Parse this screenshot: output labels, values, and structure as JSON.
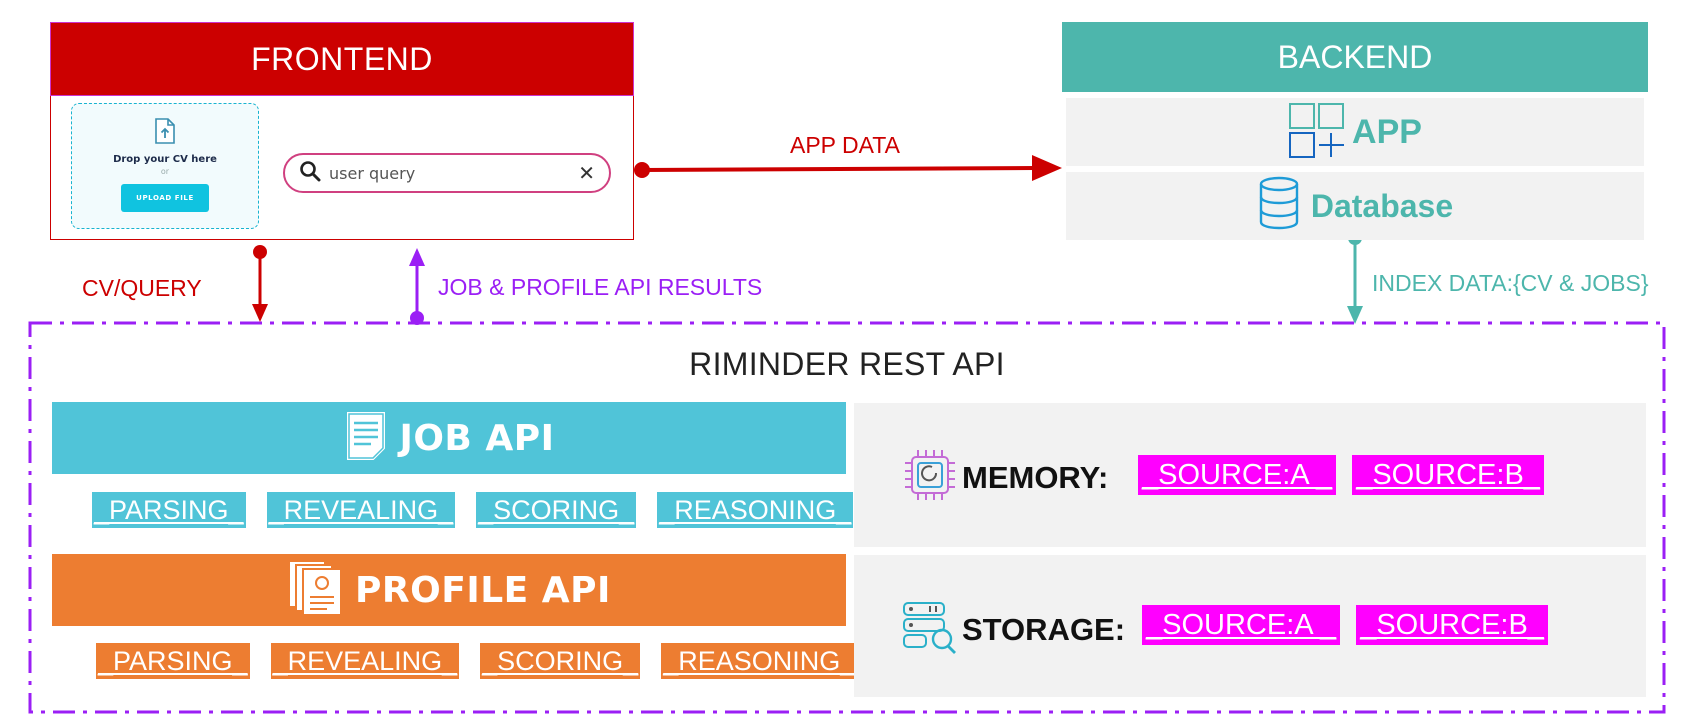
{
  "frontend": {
    "title": "FRONTEND",
    "dropzone": {
      "title": "Drop your CV here",
      "or": "or",
      "button": "UPLOAD FILE"
    },
    "search": {
      "query": "user query",
      "clear": "✕"
    }
  },
  "backend": {
    "title": "BACKEND",
    "app_label": "APP",
    "db_label": "Database"
  },
  "arrows": {
    "app_data": "APP DATA",
    "cv_query": "CV/QUERY",
    "results": "JOB & PROFILE API RESULTS",
    "index_data": "INDEX DATA:{CV & JOBS}"
  },
  "api": {
    "title": "RIMINDER REST API",
    "job": {
      "title": "JOB API",
      "tags": [
        "_PARSING_",
        "_REVEALING_",
        "_SCORING_",
        "_REASONING_"
      ]
    },
    "profile": {
      "title": "PROFILE API",
      "tags": [
        "_PARSING_",
        "_REVEALING_",
        "_SCORING_",
        "_REASONING_"
      ]
    },
    "memory": {
      "label": "MEMORY:",
      "sources": [
        "_SOURCE:A _",
        "_SOURCE:B_"
      ]
    },
    "storage": {
      "label": "STORAGE:",
      "sources": [
        "_SOURCE:A _",
        "_SOURCE:B_"
      ]
    }
  },
  "colors": {
    "frontend": "#cc0000",
    "backend": "#4db6ac",
    "results": "#9b1ff5",
    "job": "#50c4d8",
    "profile": "#ed7d31",
    "source": "#ff00ff"
  }
}
